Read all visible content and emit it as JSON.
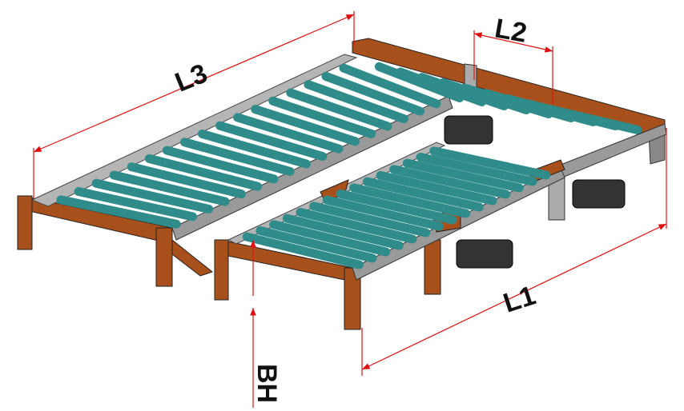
{
  "dimensions": {
    "l3": "L3",
    "l2": "L2",
    "l1": "L1",
    "bh": "BH"
  },
  "colors": {
    "frame": "#a8501c",
    "frame_dark": "#7a3510",
    "roller": "#2f8c8a",
    "roller_dark": "#1f5f5e",
    "rail": "#9a9a9a",
    "dimension": "#e01010"
  }
}
